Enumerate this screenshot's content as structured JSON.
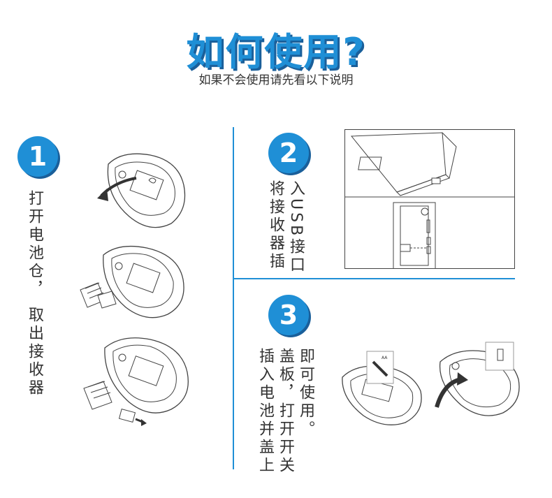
{
  "header": {
    "title": "如何使用?",
    "subtitle": "如果不会使用请先看以下说明"
  },
  "steps": [
    {
      "number": "1",
      "text": "打开电池仓， 取出接收器"
    },
    {
      "number": "2",
      "text_col1": "将接收器插",
      "text_col2": "入USB接口"
    },
    {
      "number": "3",
      "text_col1": "即可使用。",
      "text_col2": "盖板，打开开关",
      "text_col3": "插入电池并盖上"
    }
  ],
  "battery_label": "AA",
  "colors": {
    "accent": "#1f8fd6",
    "accent_shadow": "#1a5f9a"
  }
}
